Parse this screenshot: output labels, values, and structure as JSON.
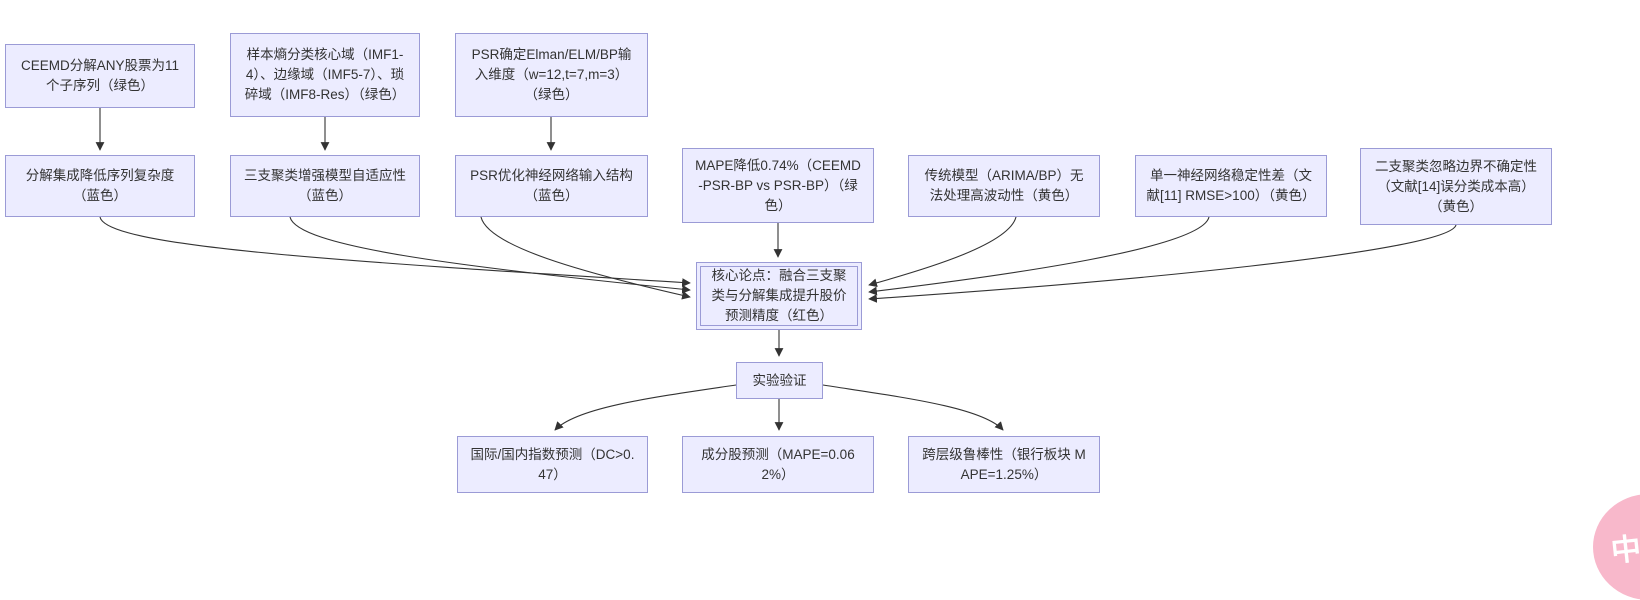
{
  "diagram": {
    "nodes": {
      "a1": {
        "label": "CEEMD分解ANY股票为11个子序列（绿色）"
      },
      "a2": {
        "label": "样本熵分类核心域（IMF1-4）、边缘域（IMF5-7）、琐碎域（IMF8-Res）（绿色）"
      },
      "a3": {
        "label": "PSR确定Elman/ELM/BP输入维度（w=12,t=7,m=3）（绿色）"
      },
      "b1": {
        "label": "分解集成降低序列复杂度（蓝色）"
      },
      "b2": {
        "label": "三支聚类增强模型自适应性（蓝色）"
      },
      "b3": {
        "label": "PSR优化神经网络输入结构（蓝色）"
      },
      "b4": {
        "label": "MAPE降低0.74%（CEEMD-PSR-BP vs PSR-BP）（绿色）"
      },
      "b5": {
        "label": "传统模型（ARIMA/BP）无法处理高波动性（黄色）"
      },
      "b6": {
        "label": "单一神经网络稳定性差（文献[11] RMSE>100）（黄色）"
      },
      "b7": {
        "label": "二支聚类忽略边界不确定性（文献[14]误分类成本高）（黄色）"
      },
      "core": {
        "label": "核心论点：融合三支聚类与分解集成提升股价预测精度（红色）"
      },
      "exp": {
        "label": "实验验证"
      },
      "c1": {
        "label": "国际/国内指数预测（DC>0.47）"
      },
      "c2": {
        "label": "成分股预测（MAPE=0.062%）"
      },
      "c3": {
        "label": "跨层级鲁棒性（银行板块 MAPE=1.25%）"
      }
    },
    "colors": {
      "node_fill": "#ECECFF",
      "node_border": "#9b9bd6",
      "edge": "#333333",
      "text": "#333333",
      "badge_pink": "#f8b8cb"
    }
  },
  "translate_button": {
    "label": "中A"
  }
}
